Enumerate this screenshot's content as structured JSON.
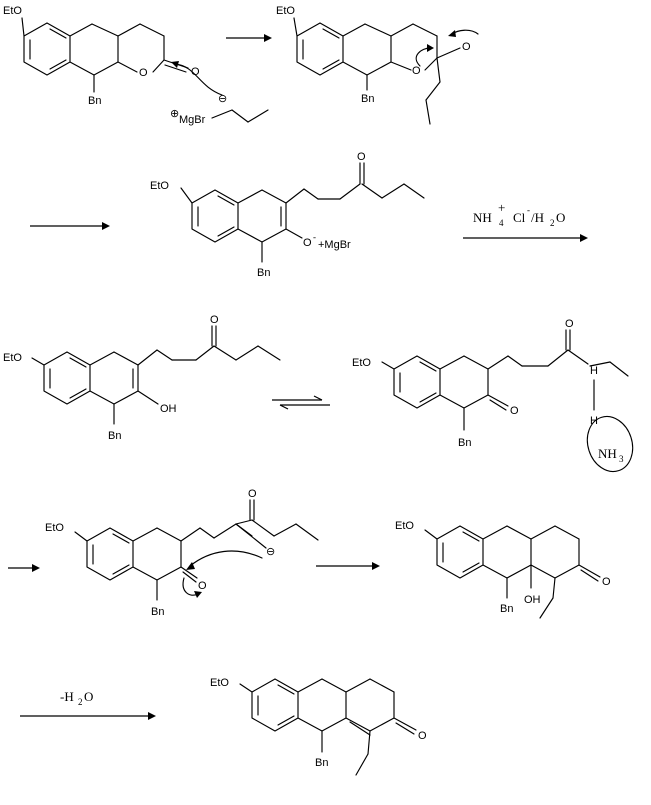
{
  "labels": {
    "eto": "EtO",
    "bn": "Bn",
    "o": "O",
    "mgbr": "MgBr",
    "oh": "OH",
    "h": "H",
    "minus": "⊖",
    "plus": "⊕",
    "nh": "NH",
    "three": "3",
    "o_minus": "O",
    "plus_mgbr": "+MgBr"
  },
  "reagents": {
    "step3_nh": "NH",
    "step3_four": "4",
    "step3_plus": "+",
    "step3_cl": "Cl",
    "step3_cl_minus": "-",
    "step3_h2o": "/H",
    "step3_two": "2",
    "step3_o": "O",
    "dehydration": "-H",
    "dehydration_two": "2",
    "dehydration_o": "O"
  }
}
